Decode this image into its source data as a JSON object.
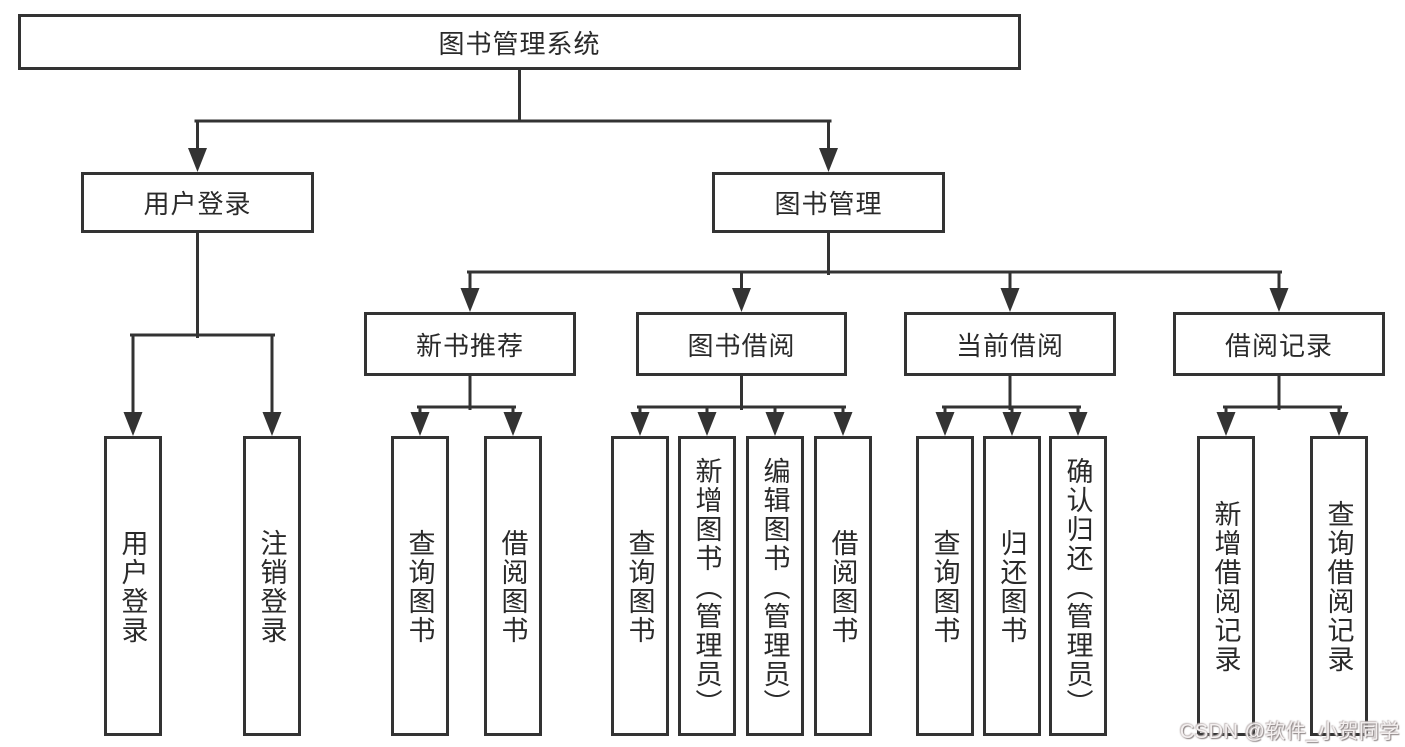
{
  "diagram": {
    "root": {
      "label": "图书管理系统"
    },
    "level2": [
      {
        "label": "用户登录"
      },
      {
        "label": "图书管理"
      }
    ],
    "level3": [
      {
        "label": "新书推荐"
      },
      {
        "label": "图书借阅"
      },
      {
        "label": "当前借阅"
      },
      {
        "label": "借阅记录"
      }
    ],
    "leaves": {
      "user": [
        {
          "label": "用户登录"
        },
        {
          "label": "注销登录"
        }
      ],
      "recommend": [
        {
          "label": "查询图书"
        },
        {
          "label": "借阅图书"
        }
      ],
      "borrow": [
        {
          "label": "查询图书"
        },
        {
          "label": "新增图书（管理员）"
        },
        {
          "label": "编辑图书（管理员）"
        },
        {
          "label": "借阅图书"
        }
      ],
      "current": [
        {
          "label": "查询图书"
        },
        {
          "label": "归还图书"
        },
        {
          "label": "确认归还（管理员）"
        }
      ],
      "record": [
        {
          "label": "新增借阅记录"
        },
        {
          "label": "查询借阅记录"
        }
      ]
    }
  },
  "watermark": {
    "text": "CSDN @软件_小贺同学"
  },
  "colors": {
    "line": "#333333",
    "box_border": "#333333",
    "text": "#2a2a2a",
    "background": "#ffffff"
  }
}
